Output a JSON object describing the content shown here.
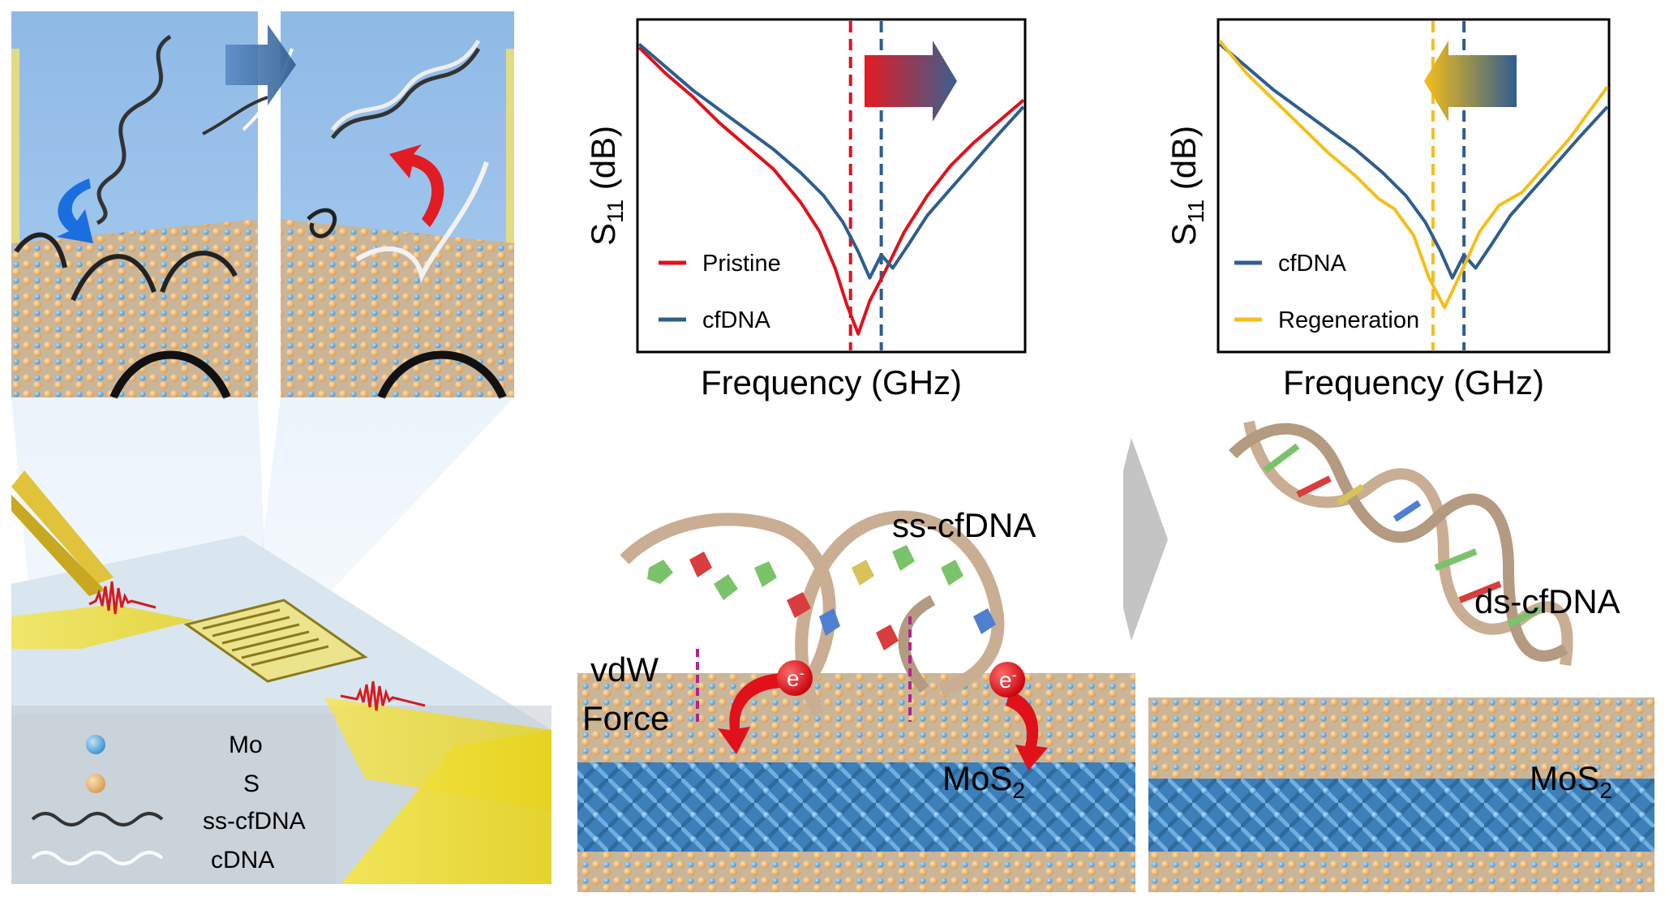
{
  "legend_panel": {
    "mo_label": "Mo",
    "s_label": "S",
    "ss_label": "ss-cfDNA",
    "c_label": "cDNA"
  },
  "chart_a": {
    "type": "line",
    "xlabel": "Frequency (GHz)",
    "ylabel_main": "S",
    "ylabel_sub": "11",
    "ylabel_unit": " (dB)",
    "series": [
      {
        "name": "Pristine",
        "color": "#e0111b",
        "x": [
          0,
          0.07,
          0.14,
          0.21,
          0.28,
          0.35,
          0.42,
          0.47,
          0.51,
          0.54,
          0.57,
          0.6,
          0.64,
          0.69,
          0.75,
          0.81,
          0.87,
          0.93,
          1.0
        ],
        "y": [
          0.92,
          0.84,
          0.77,
          0.69,
          0.62,
          0.55,
          0.45,
          0.36,
          0.25,
          0.14,
          0.05,
          0.15,
          0.24,
          0.36,
          0.47,
          0.56,
          0.63,
          0.69,
          0.76
        ]
      },
      {
        "name": "cfDNA",
        "color": "#2f5d8f",
        "x": [
          0,
          0.07,
          0.14,
          0.21,
          0.28,
          0.35,
          0.42,
          0.48,
          0.53,
          0.57,
          0.6,
          0.63,
          0.66,
          0.7,
          0.75,
          0.81,
          0.87,
          0.93,
          1.0
        ],
        "y": [
          0.93,
          0.86,
          0.79,
          0.73,
          0.67,
          0.61,
          0.54,
          0.47,
          0.39,
          0.3,
          0.22,
          0.29,
          0.25,
          0.32,
          0.41,
          0.49,
          0.57,
          0.65,
          0.74
        ]
      }
    ],
    "markers": [
      {
        "x": 0.55,
        "color": "#e0111b"
      },
      {
        "x": 0.63,
        "color": "#2f5d8f"
      }
    ],
    "arrow_direction": "right"
  },
  "chart_b": {
    "type": "line",
    "xlabel": "Frequency (GHz)",
    "ylabel_main": "S",
    "ylabel_sub": "11",
    "ylabel_unit": " (dB)",
    "series": [
      {
        "name": "cfDNA",
        "color": "#2f5d8f",
        "x": [
          0,
          0.07,
          0.14,
          0.21,
          0.28,
          0.35,
          0.42,
          0.48,
          0.53,
          0.57,
          0.6,
          0.63,
          0.66,
          0.7,
          0.75,
          0.81,
          0.87,
          0.93,
          1.0
        ],
        "y": [
          0.93,
          0.86,
          0.79,
          0.73,
          0.67,
          0.61,
          0.54,
          0.47,
          0.39,
          0.3,
          0.22,
          0.29,
          0.25,
          0.32,
          0.41,
          0.49,
          0.57,
          0.65,
          0.74
        ]
      },
      {
        "name": "Regeneration",
        "color": "#f6be1a",
        "x": [
          0,
          0.07,
          0.14,
          0.21,
          0.28,
          0.35,
          0.41,
          0.45,
          0.5,
          0.54,
          0.58,
          0.62,
          0.67,
          0.72,
          0.78,
          0.84,
          0.9,
          0.95,
          1.0
        ],
        "y": [
          0.94,
          0.84,
          0.76,
          0.68,
          0.6,
          0.53,
          0.46,
          0.43,
          0.35,
          0.22,
          0.13,
          0.23,
          0.36,
          0.44,
          0.48,
          0.56,
          0.64,
          0.72,
          0.8
        ]
      }
    ],
    "markers": [
      {
        "x": 0.55,
        "color": "#f6be1a"
      },
      {
        "x": 0.63,
        "color": "#2f5d8f"
      }
    ],
    "arrow_direction": "left"
  },
  "scene_labels": {
    "vdw_line1": "vdW",
    "vdw_line2": "Force",
    "electron": "e",
    "electron_sup": "-",
    "ss_cfdna": "ss-cfDNA",
    "mos2_main": "MoS",
    "mos2_sub": "2",
    "ds_cfdna": "ds-cfDNA"
  }
}
